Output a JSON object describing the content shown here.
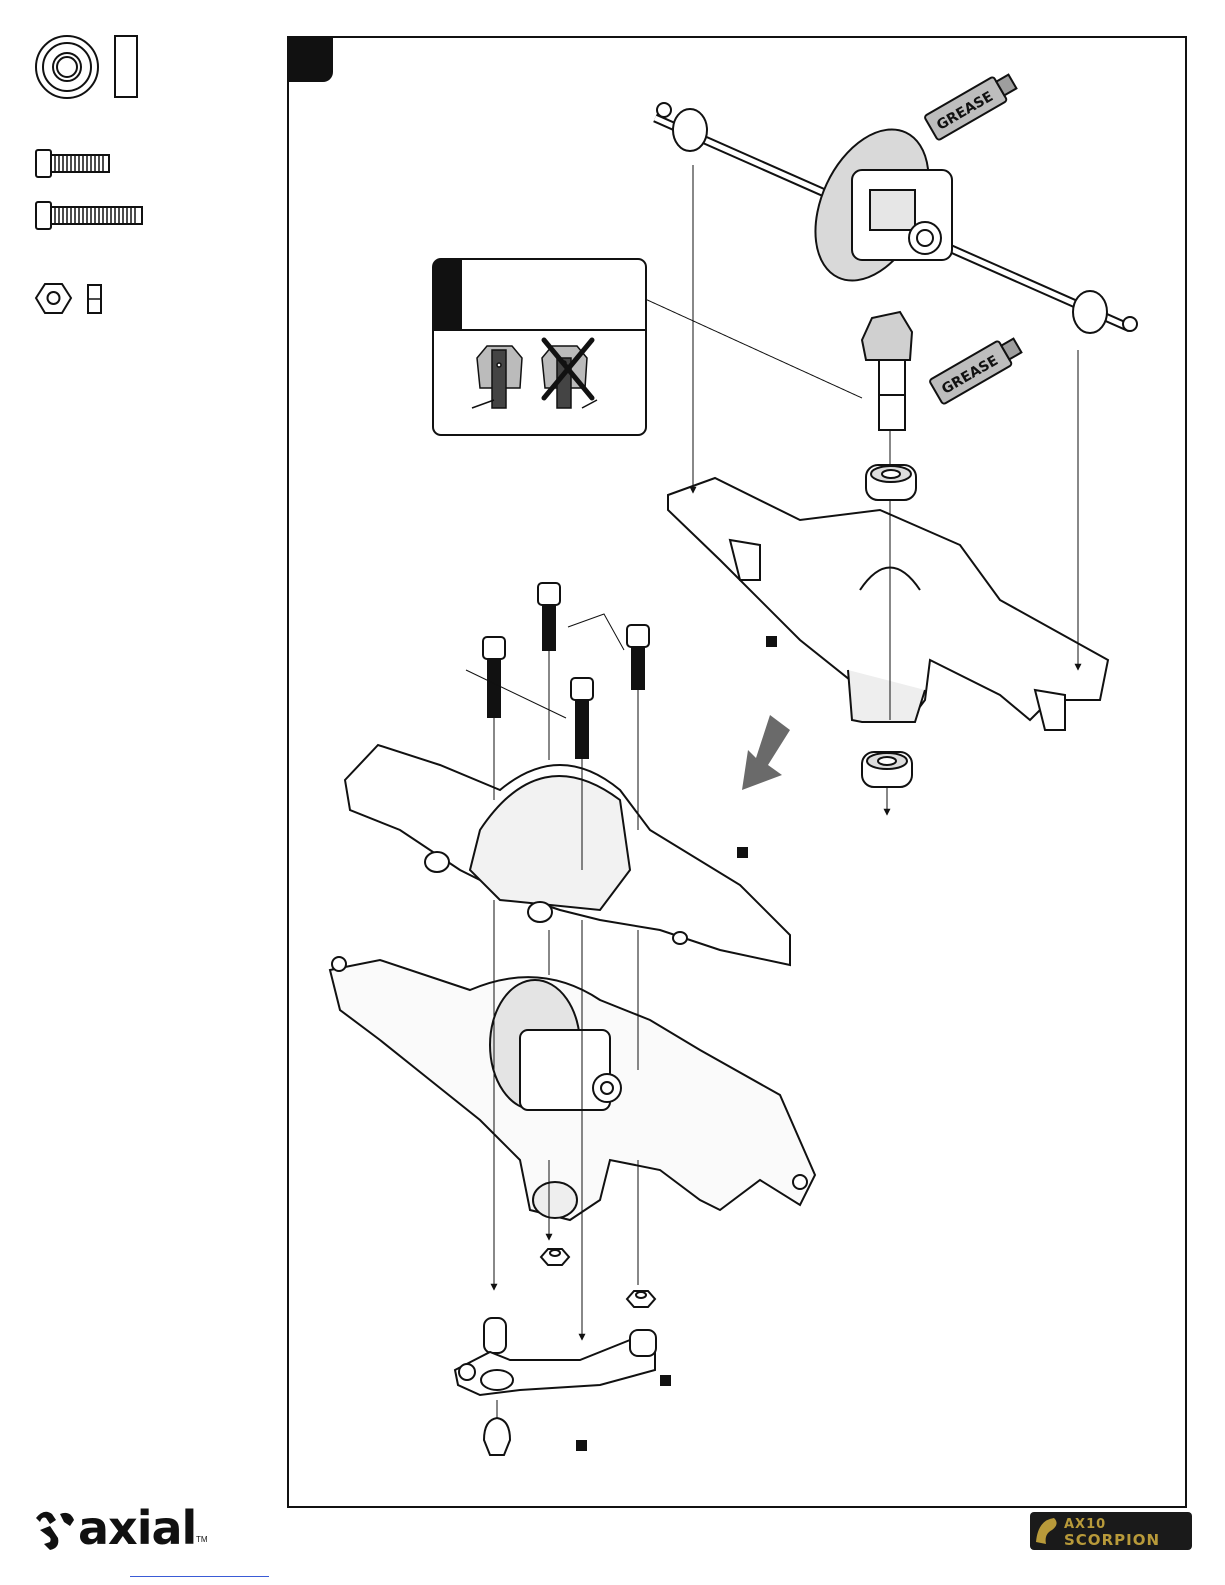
{
  "document": {
    "brand_name": "axial",
    "brand_trademark": "TM",
    "product_logo_text": "AX10 SCORPION"
  },
  "illustration": {
    "grease_label": "GREASE",
    "parts_column": [
      {
        "part": "bearing",
        "icon": "bearing-icon"
      },
      {
        "part": "short-cap-screw",
        "icon": "screw-icon"
      },
      {
        "part": "long-cap-screw",
        "icon": "screw-icon"
      },
      {
        "part": "hex-nut",
        "icon": "nut-icon"
      }
    ],
    "callout_panels": [
      {
        "variant": "correct",
        "icon": "pinion-orientation-icon"
      },
      {
        "variant": "incorrect",
        "icon": "x-mark-icon"
      }
    ],
    "colors": {
      "line_art": "#111111",
      "step_tab": "#111111",
      "grease_tube": "#bdbdbd",
      "direction_arrow": "#6a6a6a",
      "logo_gold": "#b89a3a"
    }
  }
}
